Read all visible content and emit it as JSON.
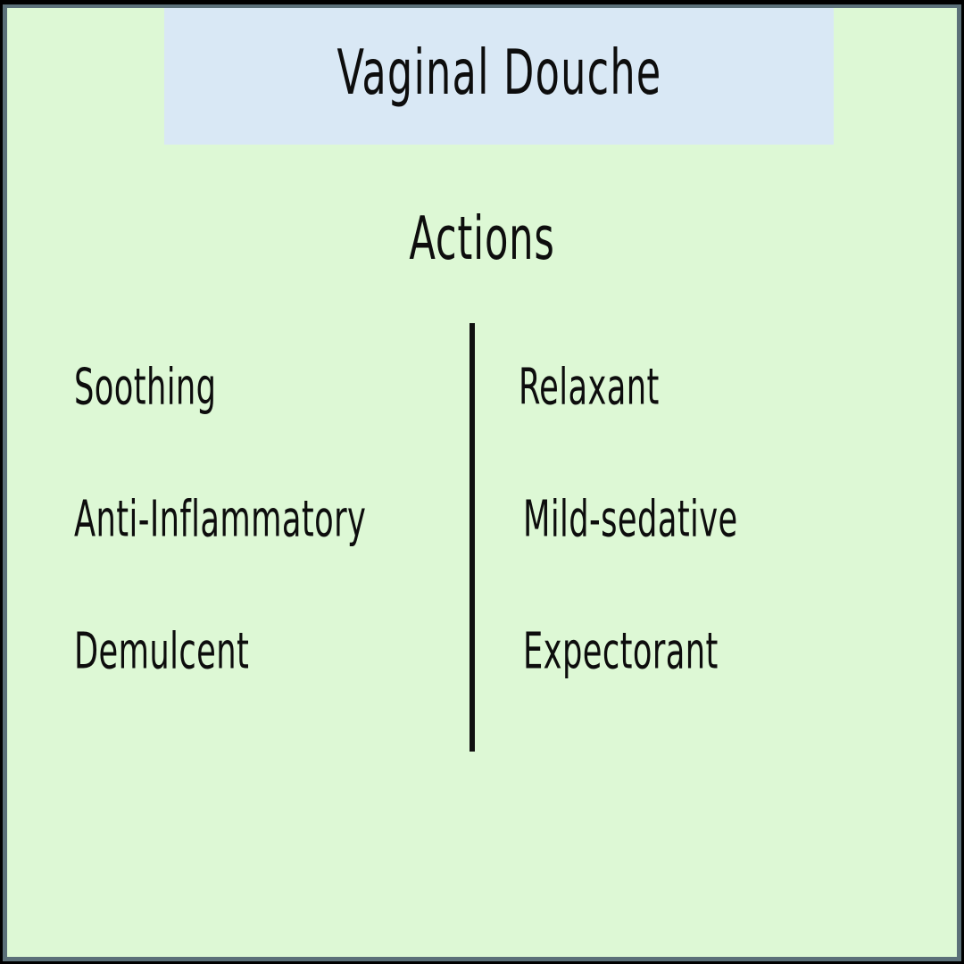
{
  "card": {
    "background_color": "#ddf8d5",
    "border_color": "#5b7079",
    "outer_edge_color": "#000000",
    "text_color": "#0d0d0d"
  },
  "title_banner": {
    "title": "Vaginal Douche",
    "background_color": "#d9e8f5"
  },
  "section": {
    "heading": "Actions"
  },
  "actions": {
    "divider_color": "#111111",
    "left_column": [
      {
        "label": "Soothing"
      },
      {
        "label": "Anti-Inflammatory"
      },
      {
        "label": "Demulcent"
      }
    ],
    "right_column": [
      {
        "label": "Relaxant"
      },
      {
        "label": "Mild-sedative"
      },
      {
        "label": "Expectorant"
      }
    ]
  }
}
